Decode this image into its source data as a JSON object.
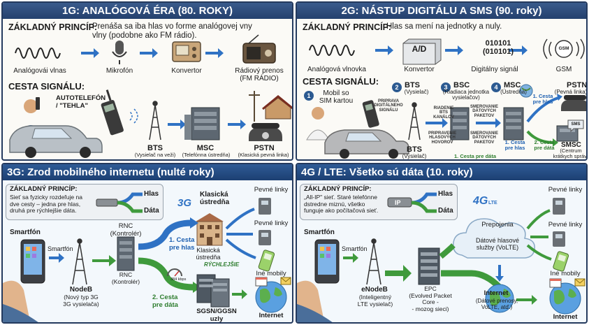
{
  "p1": {
    "title": "1G: ANALÓGOVÁ ÉRA (80. ROKY)",
    "princip_label": "ZÁKLADNÝ PRINCÍP:",
    "princip_text": "Prenáša sa iba hlas vo forme analógovej vny\nvlny (podobne ako FM rádio).",
    "flow": [
      "Analógovái vlnas",
      "Mikrofón",
      "Konvertor",
      "Rádiový prenos\n(FM RÁDIO)"
    ],
    "cesta_label": "CESTA SIGNÁLU:",
    "autotelefon": "AUTOTELEFÓN\n/ \"TEHLA\"",
    "bts": "BTS",
    "bts_sub": "(Vysielač na veži)",
    "msc": "MSC",
    "msc_sub": "(Telefónna ústredňa)",
    "pstn": "PSTN",
    "pstn_sub": "(Klasická pevná linka)"
  },
  "p2": {
    "title": "2G: NÁSTUP DIGITÁLU A SMS (90. roky)",
    "princip_label": "ZÁKLADNÝ PRINCÍP:",
    "princip_text": "Hlas sa mení na jednotky a nuly.",
    "ad_label": "A/D",
    "bits": "010101\n(010101)",
    "gsm_label": "GSM",
    "flow": [
      "Analógová vlnovka",
      "Konvertor",
      "Digitálny signál",
      "GSM"
    ],
    "cesta_label": "CESTA SIGNÁLU:",
    "step_nums": [
      "1",
      "2",
      "3",
      "4"
    ],
    "mobil": "Mobil so\nSIM kartou",
    "pripravena": "PRIPRAVA\nDIGITÁLNEHO\nSIGNÁLU",
    "bts": "BTS",
    "bts_sub": "(Vysielač)",
    "bts_bottom": "BTS",
    "bts_bottom_sub": "(Vysielač)",
    "bsc": "BSC",
    "bsc_sub": "(Riadiaca jednotka\nvysielačov)",
    "riadenie": "RIADENIE\nBTS KANÁLOV",
    "smerovanie1": "SMEROVANIE\nDÁTOVÝCH\nPAKETOV",
    "pripravene": "PRIPRAVENIE\nHLASOVÝCH\nHOVOROV",
    "smerovanie2": "SMEROVANIE\nDÁTOVÝCH\nPAKETOV",
    "msc": "MSC",
    "msc_sub": "(Ústredňa)",
    "cesta_hlas_top": "1. Cesta\npre hlas",
    "cesta_hlas_bot": "1. Cesta\npre hlas",
    "cesta_data_top": "2. Cesta\npre dáta",
    "cesta_data_bot": "1. Cesta pre dáta",
    "pstn": "PSTN",
    "pstn_sub": "(Pevná linka)",
    "sms_icon": "SMS",
    "smsc": "SMSC",
    "smsc_sub": "(Centrum\nkrátkych správ)"
  },
  "p3": {
    "title": "3G: Zrod mobilného internetu (nulté roky)",
    "princip_label": "ZÁKLADNÝ PRINCÍP:",
    "princip_text": "Sieť sa fyzicky rozdeľuje na\ndve cesty – jedna pre hlas,\ndruhá pre rýchlejšie dáta.",
    "hlas": "Hlas",
    "data": "Dáta",
    "badge_3g": "3G",
    "klasicka": "Klasická\nústredňa",
    "klasicka2": "Klasická\nústredňa",
    "pevne1": "Pevné linky",
    "pevne2": "Pevné linky",
    "ine": "Iné mobily",
    "smartfon": "Smartfón",
    "smartfon2": "Smartfón",
    "rnc": "RNC\n(Kontrolér)",
    "rnc2": "RNC\n(Kontrolér)",
    "cesta_hlas": "1. Cesta\npre hlas",
    "cesta_data": "2. Cesta\npre dáta",
    "rychlejsie": "RÝCHLEJŠIE",
    "speed": "384 kbps",
    "badge_3g_2": "3G",
    "nodeb": "NodeB",
    "nodeb_sub": "(Nový typ 3G\n3G vysielača)",
    "sgsn": "SGSN/GGSN\nuzly",
    "internet": "Internet"
  },
  "p4": {
    "title": "4G / LTE: Všetko sú dáta (10. roky)",
    "princip_label": "ZÁKLADNÝ PRINCÍP:",
    "princip_text": "„All-IP\" sieť. Staré telefónne\ndstredne miznú, všetko\nfunguje ako počítačová sieť.",
    "ip": "IP",
    "hlas": "Hlas",
    "data": "Dáta",
    "badge_4g": "4G",
    "badge_lte": "LTE",
    "prepojenia": "Prepojenia",
    "volte": "Dátové hlasové\nslužby (VoLTE)",
    "pevne1": "Pevné linky",
    "pevne2": "Pevné linky",
    "ine": "Iné mobily",
    "smartfon": "Smartfón",
    "smartfon2": "Smartfón",
    "enodeb": "eNodeB",
    "enodeb_sub": "(Inteligentný\nLTE vysielač)",
    "epc": "EPC\n(Evolved Packet\nCore -\n- mozog sieci)",
    "internet": "Internet",
    "internet_sub": "(Dátové prenosy,\nVoLTE, atď.)",
    "internet2": "Internet"
  },
  "colors": {
    "header": "#24406d",
    "arrow_blue": "#2f72c4",
    "arrow_green": "#3f9a3c",
    "badge": "#2c5a91"
  }
}
